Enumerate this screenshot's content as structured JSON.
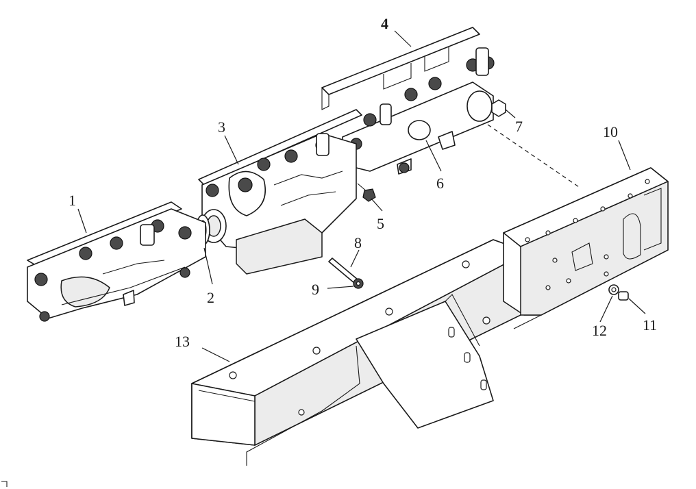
{
  "callouts": [
    {
      "id": "1",
      "label": "1"
    },
    {
      "id": "2",
      "label": "2"
    },
    {
      "id": "3",
      "label": "3"
    },
    {
      "id": "4",
      "label": "4"
    },
    {
      "id": "5",
      "label": "5"
    },
    {
      "id": "6",
      "label": "6"
    },
    {
      "id": "7",
      "label": "7"
    },
    {
      "id": "8",
      "label": "8"
    },
    {
      "id": "9",
      "label": "9"
    },
    {
      "id": "10",
      "label": "10"
    },
    {
      "id": "11",
      "label": "11"
    },
    {
      "id": "12",
      "label": "12"
    },
    {
      "id": "13",
      "label": "13"
    }
  ],
  "colors": {
    "line": "#1a1a1a",
    "background": "#ffffff",
    "shade": "#ececec"
  }
}
